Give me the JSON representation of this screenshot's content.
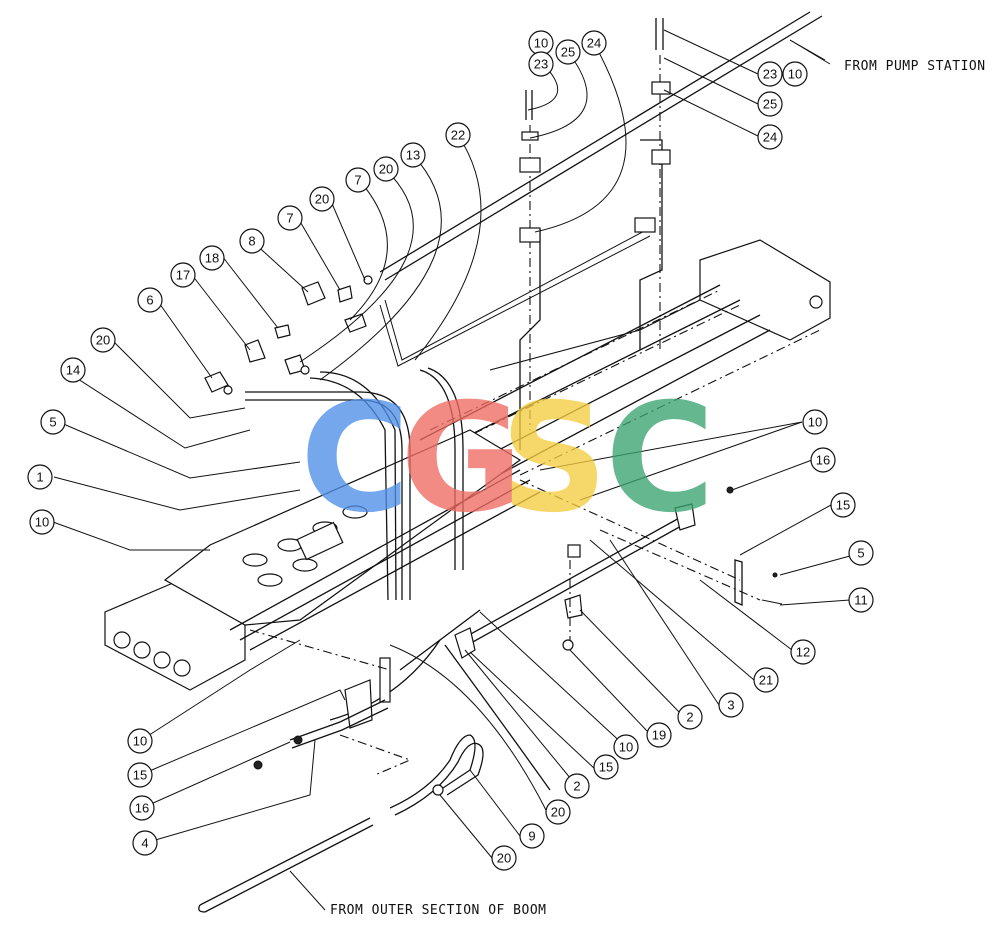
{
  "notes": {
    "pump_station": "FROM PUMP STATION",
    "outer_boom": "FROM OUTER SECTION OF BOOM"
  },
  "watermark": {
    "letters": [
      "C",
      "G",
      "S",
      "C"
    ],
    "colors": [
      "#4f8fe8",
      "#ee6b62",
      "#f4cd3f",
      "#3aa372"
    ]
  },
  "callouts": [
    {
      "id": "c1",
      "label": "1"
    },
    {
      "id": "c2a",
      "label": "2"
    },
    {
      "id": "c2b",
      "label": "2"
    },
    {
      "id": "c3",
      "label": "3"
    },
    {
      "id": "c4",
      "label": "4"
    },
    {
      "id": "c5a",
      "label": "5"
    },
    {
      "id": "c5b",
      "label": "5"
    },
    {
      "id": "c6",
      "label": "6"
    },
    {
      "id": "c7a",
      "label": "7"
    },
    {
      "id": "c7b",
      "label": "7"
    },
    {
      "id": "c8",
      "label": "8"
    },
    {
      "id": "c9",
      "label": "9"
    },
    {
      "id": "c10a",
      "label": "10"
    },
    {
      "id": "c10b",
      "label": "10"
    },
    {
      "id": "c10c",
      "label": "10"
    },
    {
      "id": "c10d",
      "label": "10"
    },
    {
      "id": "c10e",
      "label": "10"
    },
    {
      "id": "c10f",
      "label": "10"
    },
    {
      "id": "c11",
      "label": "11"
    },
    {
      "id": "c12",
      "label": "12"
    },
    {
      "id": "c13",
      "label": "13"
    },
    {
      "id": "c14",
      "label": "14"
    },
    {
      "id": "c15a",
      "label": "15"
    },
    {
      "id": "c15b",
      "label": "15"
    },
    {
      "id": "c15c",
      "label": "15"
    },
    {
      "id": "c16a",
      "label": "16"
    },
    {
      "id": "c16b",
      "label": "16"
    },
    {
      "id": "c17",
      "label": "17"
    },
    {
      "id": "c18",
      "label": "18"
    },
    {
      "id": "c19",
      "label": "19"
    },
    {
      "id": "c20a",
      "label": "20"
    },
    {
      "id": "c20b",
      "label": "20"
    },
    {
      "id": "c20c",
      "label": "20"
    },
    {
      "id": "c20d",
      "label": "20"
    },
    {
      "id": "c20e",
      "label": "20"
    },
    {
      "id": "c21",
      "label": "21"
    },
    {
      "id": "c22",
      "label": "22"
    },
    {
      "id": "c23a",
      "label": "23"
    },
    {
      "id": "c23b",
      "label": "23"
    },
    {
      "id": "c24a",
      "label": "24"
    },
    {
      "id": "c24b",
      "label": "24"
    },
    {
      "id": "c25a",
      "label": "25"
    },
    {
      "id": "c25b",
      "label": "25"
    }
  ]
}
